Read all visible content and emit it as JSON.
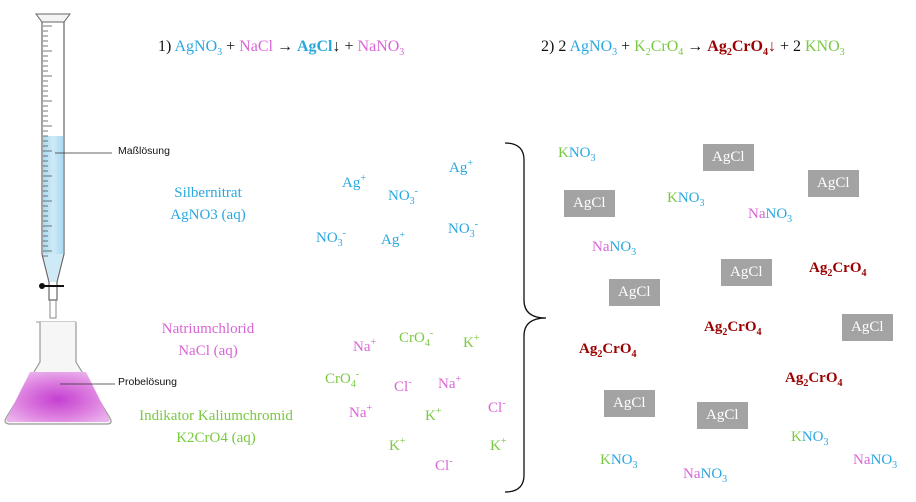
{
  "equations": {
    "eq1": {
      "num": "1)",
      "reactant1": "AgNO",
      "reactant1_sub": "3",
      "plus1": "+",
      "reactant2": "NaCl",
      "arrow": "→",
      "product1": "AgCl",
      "down": "↓",
      "plus2": "+",
      "product2": "NaNO",
      "product2_sub": "3"
    },
    "eq2": {
      "num": "2)",
      "coef1": "2",
      "reactant1": "AgNO",
      "reactant1_sub": "3",
      "plus1": "+",
      "reactant2_a": "K",
      "reactant2_sub1": "2",
      "reactant2_b": "CrO",
      "reactant2_sub2": "4",
      "arrow": "→",
      "product1_a": "Ag",
      "product1_sub1": "2",
      "product1_b": "CrO",
      "product1_sub2": "4",
      "down": "↓",
      "plus2": "+",
      "coef2": "2",
      "product2": "KNO",
      "product2_sub": "3"
    }
  },
  "callouts": {
    "titrant": "Maßlösung",
    "sample": "Probelösung"
  },
  "labels": {
    "silver_name": "Silbernitrat",
    "silver_formula": "AgNO3 (aq)",
    "nacl_name": "Natriumchlorid",
    "nacl_formula": "NaCl (aq)",
    "indicator_name": "Indikator Kaliumchromid",
    "indicator_formula": "K2CrO4 (aq)"
  },
  "ions": {
    "ag": "Ag",
    "ag_charge": "+",
    "no3": "NO",
    "no3_sub": "3",
    "no3_charge": "-",
    "na": "Na",
    "na_charge": "+",
    "cl": "Cl",
    "cl_charge": "-",
    "k": "K",
    "k_charge": "+",
    "cro4": "CrO",
    "cro4_sub": "4",
    "cro4_charge": "-"
  },
  "products": {
    "agcl": "AgCl",
    "kno3_a": "K",
    "kno3_b": "NO",
    "kno3_sub": "3",
    "nano3_a": "Na",
    "nano3_b": "NO",
    "nano3_sub": "3",
    "ag2cro4_a": "Ag",
    "ag2cro4_sub1": "2",
    "ag2cro4_b": "CrO",
    "ag2cro4_sub2": "4"
  },
  "colors": {
    "silver": "#29a8e0",
    "sodium_chloride": "#d966d6",
    "indicator": "#7ac943",
    "precipitate_box": "#a3a3a3",
    "chromate_precipitate": "#9b0000",
    "titrant_liquid": "#bfe3f5",
    "sample_liquid": "#d96bdc"
  }
}
